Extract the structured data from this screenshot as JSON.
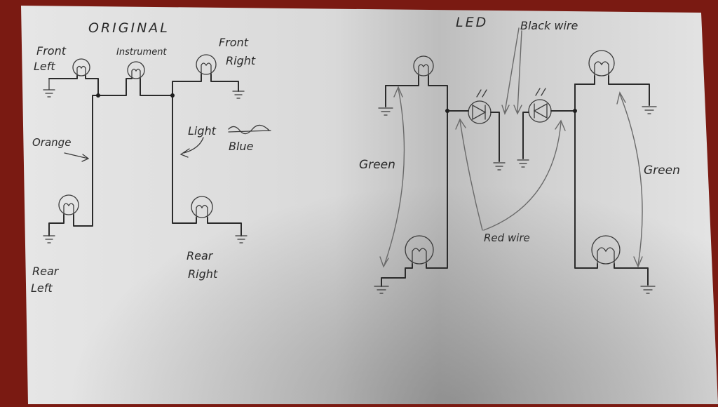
{
  "original": {
    "title": "ORIGINAL",
    "front_left": [
      "Front",
      "Left"
    ],
    "instrument": "Instrument",
    "front_right": [
      "Front",
      "Right"
    ],
    "orange": "Orange",
    "light_blue": [
      "Light",
      "Blue"
    ],
    "rear_left": [
      "Rear",
      "Left"
    ],
    "rear_right": [
      "Rear",
      "Right"
    ]
  },
  "led": {
    "title": "LED",
    "black_wire": "Black wire",
    "green_left": "Green",
    "green_right": "Green",
    "red_wire": "Red wire"
  }
}
